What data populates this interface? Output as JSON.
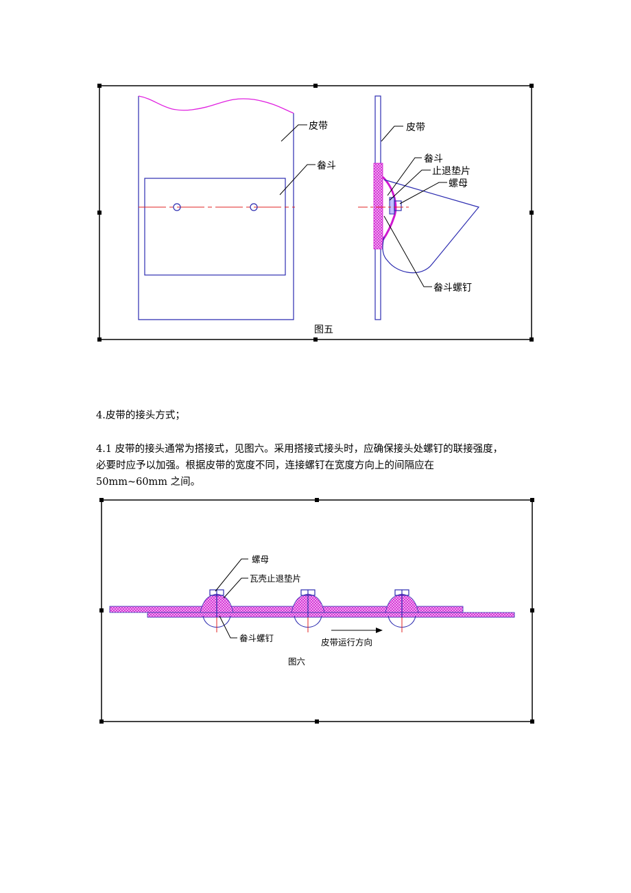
{
  "figure5": {
    "caption": "图五",
    "label_belt_left": "皮带",
    "label_bucket_left": "畚斗",
    "label_belt_right": "皮带",
    "label_bucket_right": "畚斗",
    "label_washer": "止退垫片",
    "label_nut": "螺母",
    "label_bolt": "畚斗螺钉"
  },
  "section": {
    "heading": "4.皮带的接头方式；",
    "para_line1": "4.1 皮带的接头通常为搭接式，见图六。采用搭接式接头时，应确保接头处螺钉的联接强度，",
    "para_line2": "必要时应予以加强。根据皮带的宽度不同，连接螺钉在宽度方向上的间隔应在",
    "para_line3": "50mm~60mm 之间。"
  },
  "figure6": {
    "caption": "图六",
    "label_nut": "螺母",
    "label_washer": "瓦壳止退垫片",
    "label_bolt": "畚斗螺钉",
    "label_direction": "皮带运行方向"
  },
  "colors": {
    "frame": "#000000",
    "outline": "#2b2bb0",
    "magenta": "#e020e0",
    "centerline": "#e02020"
  }
}
